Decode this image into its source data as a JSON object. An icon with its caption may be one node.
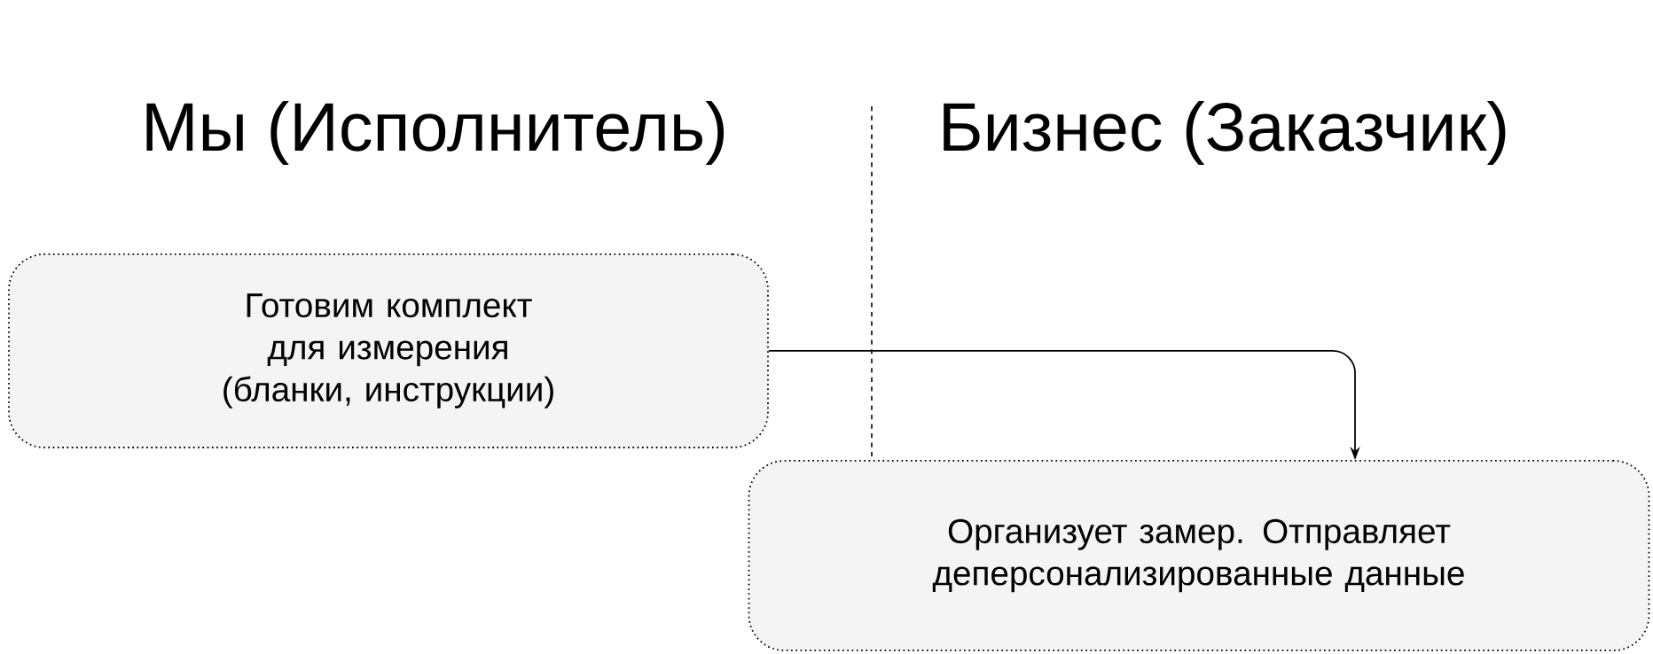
{
  "diagram": {
    "nodes": [
      {
        "text": [
          "Готовим комплект для измерения (бланки, инструкции)"
        ]
      },
      {
        "text": [
          "Организует замер. Отправляет деперсонализированные данные"
        ]
      }
    ],
    "edges": [
      {
        "from": 0,
        "to": 1,
        "arrow": "to"
      }
    ],
    "labels": [
      "Мы (Исполнитель)",
      "Бизнес (Заказчик)"
    ]
  }
}
